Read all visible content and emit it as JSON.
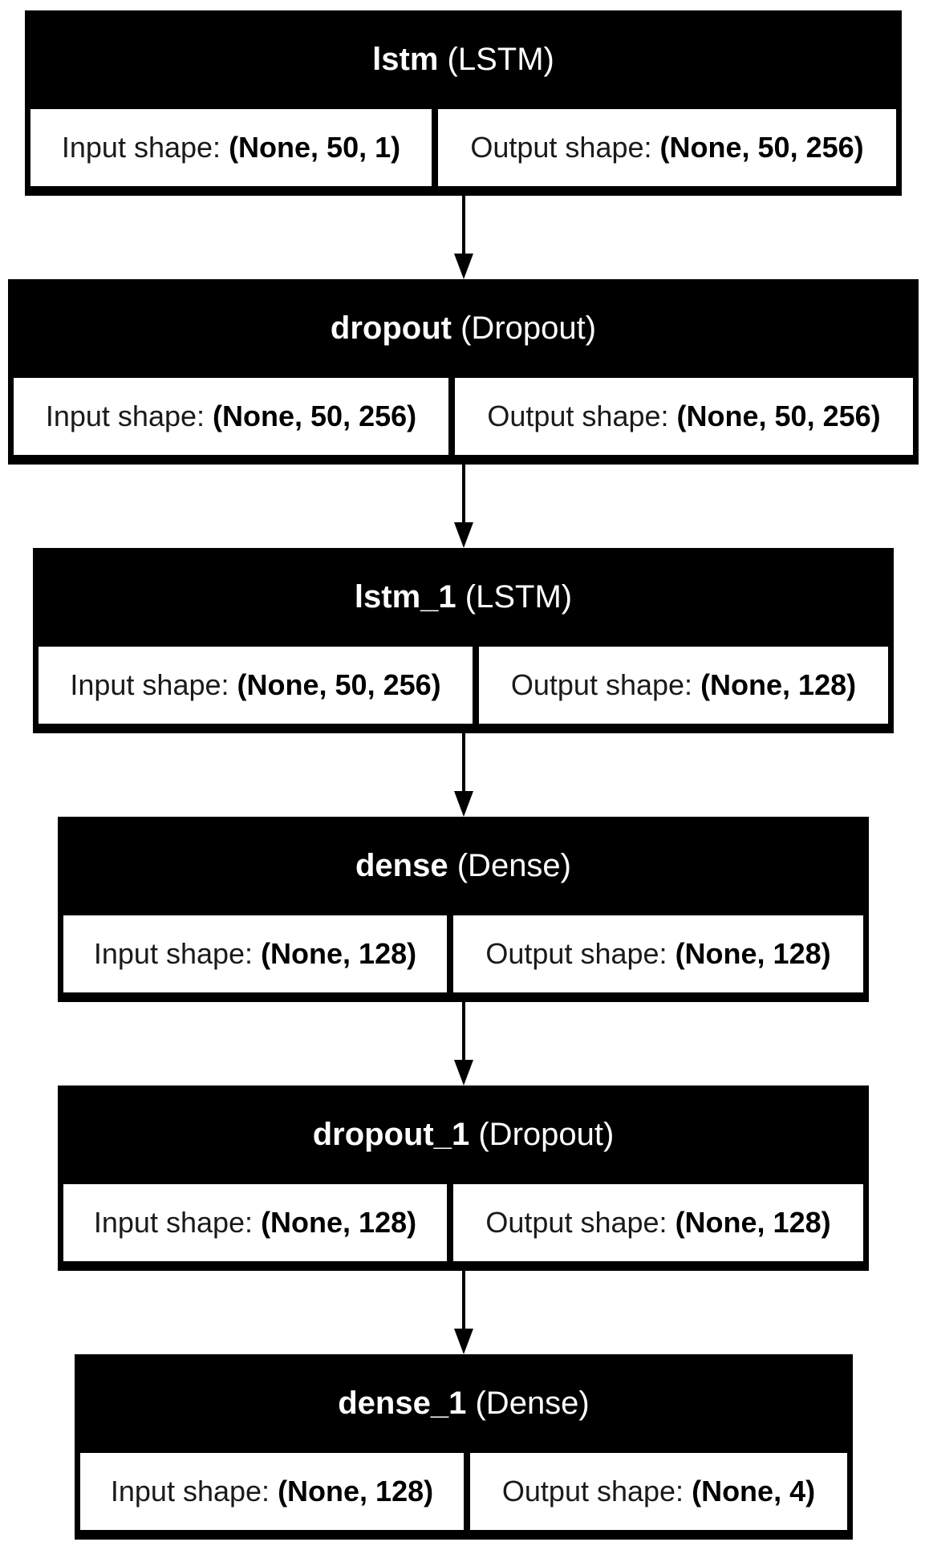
{
  "layers": [
    {
      "name": "lstm",
      "type": "(LSTM)",
      "input_label": "Input shape:",
      "input_value": "(None, 50, 1)",
      "output_label": "Output shape:",
      "output_value": "(None, 50, 256)"
    },
    {
      "name": "dropout",
      "type": "(Dropout)",
      "input_label": "Input shape:",
      "input_value": "(None, 50, 256)",
      "output_label": "Output shape:",
      "output_value": "(None, 50, 256)"
    },
    {
      "name": "lstm_1",
      "type": "(LSTM)",
      "input_label": "Input shape:",
      "input_value": "(None, 50, 256)",
      "output_label": "Output shape:",
      "output_value": "(None, 128)"
    },
    {
      "name": "dense",
      "type": "(Dense)",
      "input_label": "Input shape:",
      "input_value": "(None, 128)",
      "output_label": "Output shape:",
      "output_value": "(None, 128)"
    },
    {
      "name": "dropout_1",
      "type": "(Dropout)",
      "input_label": "Input shape:",
      "input_value": "(None, 128)",
      "output_label": "Output shape:",
      "output_value": "(None, 128)"
    },
    {
      "name": "dense_1",
      "type": "(Dense)",
      "input_label": "Input shape:",
      "input_value": "(None, 128)",
      "output_label": "Output shape:",
      "output_value": "(None, 4)"
    }
  ],
  "edges": [
    {
      "from": "lstm",
      "to": "dropout"
    },
    {
      "from": "dropout",
      "to": "lstm_1"
    },
    {
      "from": "lstm_1",
      "to": "dense"
    },
    {
      "from": "dense",
      "to": "dropout_1"
    },
    {
      "from": "dropout_1",
      "to": "dense_1"
    }
  ]
}
